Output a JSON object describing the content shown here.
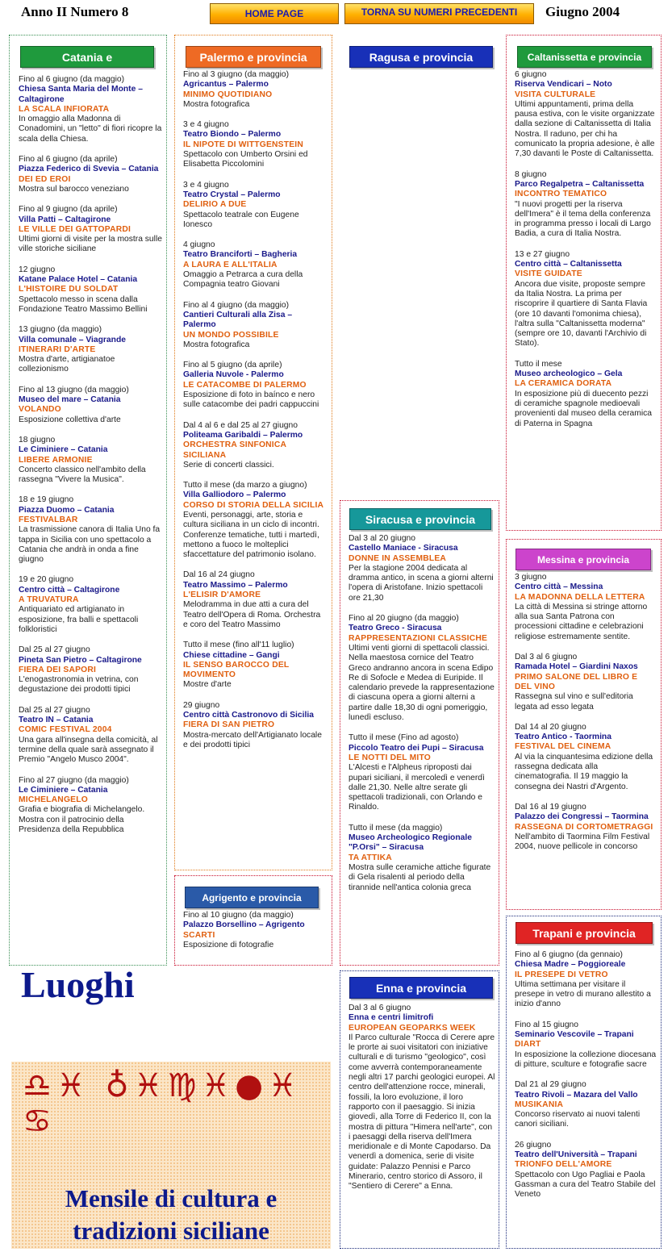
{
  "header": {
    "issue": "Anno II Numero 8",
    "home_label": "HOME PAGE",
    "back_label": "TORNA SU NUMERI PRECEDENTI",
    "date": "Giugno 2004"
  },
  "catania": {
    "title": "Catania e",
    "events": [
      {
        "d": "Fino al 6 giugno (da maggio)",
        "p": "Chiesa Santa Maria del Monte – Caltagirone",
        "t": "La scala infiorata",
        "s": "In omaggio alla Madonna di Conadomini, un \"letto\" di fiori ricopre la scala della Chiesa."
      },
      {
        "d": "Fino al 6 giugno (da aprile)",
        "p": "Piazza Federico di Svevia – Catania",
        "t": "Dei ed eroi",
        "s": "Mostra sul barocco veneziano"
      },
      {
        "d": "Fino al 9 giugno (da aprile)",
        "p": "Villa Patti – Caltagirone",
        "t": "Le ville dei gattopardi",
        "s": "Ultimi giorni di visite per la mostra sulle ville storiche siciliane"
      },
      {
        "d": "12 giugno",
        "p": "Katane Palace Hotel – Catania",
        "t": "L'histoire du soldat",
        "s": "Spettacolo messo in scena dalla Fondazione Teatro Massimo Bellini"
      },
      {
        "d": "13 giugno (da maggio)",
        "p": "Villa comunale – Viagrande",
        "t": "Itinerari d'arte",
        "s": "Mostra d'arte, artigianatoe collezionismo"
      },
      {
        "d": "Fino al 13 giugno (da maggio)",
        "p": "Museo del mare – Catania",
        "t": "Volando",
        "s": "Esposizione collettiva d'arte"
      },
      {
        "d": "18 giugno",
        "p": "Le Ciminiere – Catania",
        "t": "Libere armonie",
        "s": "Concerto classico nell'ambito della rassegna \"Vivere la Musica\"."
      },
      {
        "d": "18 e 19 giugno",
        "p": "Piazza Duomo – Catania",
        "t": "Festivalbar",
        "s": "La trasmissione canora di Italia Uno fa tappa in Sicilia con uno spettacolo a Catania che andrà in onda a fine giugno"
      },
      {
        "d": "19 e 20 giugno",
        "p": "Centro città – Caltagirone",
        "t": "A truvatura",
        "s": "Antiquariato ed artigianato in esposizione, fra balli e spettacoli folkloristici"
      },
      {
        "d": "Dal 25 al 27 giugno",
        "p": "Pineta San Pietro – Caltagirone",
        "t": "Fiera dei sapori",
        "s": "L'enogastronomia in vetrina, con degustazione dei prodotti tipici"
      },
      {
        "d": "Dal 25 al 27 giugno",
        "p": "Teatro IN – Catania",
        "t": "Comic Festival 2004",
        "s": "Una gara all'insegna della comicità, al termine della quale sarà assegnato il Premio \"Angelo Musco 2004\"."
      },
      {
        "d": "Fino al 27 giugno  (da maggio)",
        "p": "Le Ciminiere – Catania",
        "t": "Michelangelo",
        "s": "Grafia e biografia di Michelangelo. Mostra con il patrocinio della Presidenza della Repubblica"
      }
    ]
  },
  "palermo": {
    "title": "Palermo e provincia",
    "events": [
      {
        "d": "Fino al 3 giugno (da maggio)",
        "p": "Agricantus – Palermo",
        "t": "Minimo quotidiano",
        "s": "Mostra fotografica"
      },
      {
        "d": "3 e 4 giugno",
        "p": "Teatro Biondo – Palermo",
        "t": "Il nipote di Wittgenstein",
        "s": "Spettacolo con Umberto Orsini ed Elisabetta Piccolomini"
      },
      {
        "d": "3 e 4 giugno",
        "p": "Teatro Crystal – Palermo",
        "t": "Delirio a due",
        "s": "Spettacolo teatrale con Eugene Ionesco"
      },
      {
        "d": "4 giugno",
        "p": "Teatro Branciforti – Bagheria",
        "t": "A Laura e all'Italia",
        "s": "Omaggio a Petrarca a cura della Compagnia teatro Giovani"
      },
      {
        "d": "Fino al 4 giugno (da maggio)",
        "p": "Cantieri Culturali alla Zisa – Palermo",
        "t": "Un mondo possibile",
        "s": "Mostra fotografica"
      },
      {
        "d": "Fino al 5 giugno (da aprile)",
        "p": "Galleria Nuvole - Palermo",
        "t": "Le catacombe di Palermo",
        "s": "Esposizione di foto in baínco e nero sulle catacombe dei padri cappuccini"
      },
      {
        "d": "Dal 4 al 6 e dal 25 al 27 giugno",
        "p": "Politeama Garibaldi – Palermo",
        "t": "Orchestra Sinfonica Siciliana",
        "s": "Serie di concerti classici."
      },
      {
        "d": "Tutto il mese (da marzo a giugno)",
        "p": "Villa Galliodoro – Palermo",
        "t": "Corso di storia della Sicilia",
        "s": "Eventi, personaggi, arte, storia e cultura siciliana in un ciclo di incontri. Conferenze tematiche, tutti i martedì, mettono a fuoco le molteplici sfaccettature del patrimonio isolano."
      },
      {
        "d": "Dal 16 al 24 giugno",
        "p": "Teatro Massimo – Palermo",
        "t": "L'elisir d'amore",
        "s": "Melodramma in due atti a cura del Teatro dell'Opera di Roma. Orchestra e coro del Teatro Massimo"
      },
      {
        "d": "Tutto il mese (fino all'11 luglio)",
        "p": "Chiese cittadine – Gangi",
        "t": "Il senso barocco del movimento",
        "s": "Mostre d'arte"
      },
      {
        "d": "29 giugno",
        "p": "Centro città Castronovo di Sicilia",
        "t": "Fiera di San Pietro",
        "s": "Mostra-mercato dell'Artigianato locale e dei prodotti tipici"
      }
    ]
  },
  "agrigento": {
    "title": "Agrigento e provincia",
    "events": [
      {
        "d": "Fino al 10 giugno (da maggio)",
        "p": "Palazzo Borsellino – Agrigento",
        "t": "Scarti",
        "s": "Esposizione di fotografie"
      }
    ]
  },
  "ragusa": {
    "title": "Ragusa e provincia"
  },
  "siracusa": {
    "title": "Siracusa e provincia",
    "events": [
      {
        "d": "Dal 3 al 20 giugno",
        "p": "Castello Maniace - Siracusa",
        "t": "Donne in assemblea",
        "s": "Per la stagione 2004 dedicata al dramma antico, in scena a giorni alterni l'opera di Aristofane. Inizio spettacoli ore 21,30"
      },
      {
        "d": "Fino al 20 giugno (da maggio)",
        "p": "Teatro Greco - Siracusa",
        "t": "Rappresentazioni classiche",
        "s": "Ultimi venti giorni di spettacoli classici. Nella maestosa cornice del Teatro Greco andranno ancora in scena Edipo Re di Sofocle e Medea di Euripide. Il calendario prevede la rappresentazione di ciascuna opera a giorni alterni a partire dalle 18,30 di ogni pomeriggio, lunedì escluso."
      },
      {
        "d": "Tutto il mese (Fino ad agosto)",
        "p": "Piccolo Teatro dei Pupi – Siracusa",
        "t": "Le notti del mito",
        "s": "L'Alcesti e l'Alpheus riproposti dai pupari siciliani, il mercoledì e venerdì dalle 21,30. Nelle altre serate gli spettacoli tradizionali, con Orlando e Rinaldo."
      },
      {
        "d": "Tutto il mese (da maggio)",
        "p": "Museo Archeologico Regionale \"P.Orsi\" – Siracusa",
        "t": "Ta attika",
        "s": "Mostra sulle ceramiche attiche figurate di Gela risalenti al periodo della tirannide nell'antica colonia greca"
      }
    ]
  },
  "enna": {
    "title": "Enna e provincia",
    "events": [
      {
        "d": "Dal 3 al 6 giugno",
        "p": "Enna e centri limitrofi",
        "t": "European Geoparks Week",
        "s": "Il Parco culturale \"Rocca di Cerere apre le prorte ai suoi visitatori con iniziative culturali e di turismo \"geologico\", così come avverrà contemporaneamente negli altri 17 parchi geologici europei. Al centro dell'attenzione rocce, minerali, fossili, la loro evoluzione, il loro rapporto con il paesaggio. Si inizia giovedì, alla Torre di Federico II, con la mostra di pittura \"Himera nell'arte\", con i paesaggi della riserva dell'Imera meridionale e di Monte Capodarso. Da venerdì a domenica, serie di visite guidate: Palazzo Pennisi e Parco Minerario, centro storico di Assoro, il \"Sentiero di Cerere\" a Enna."
      }
    ]
  },
  "caltanissetta": {
    "title": "Caltanissetta e provincia",
    "events": [
      {
        "d": "6 giugno",
        "p": "Riserva Vendicari – Noto",
        "t": "Visita culturale",
        "s": "Ultimi appuntamenti, prima della pausa estiva, con le visite organizzate dalla sezione di Caltanissetta di Italia Nostra. Il raduno, per chi ha comunicato la propria adesione, è alle 7,30 davanti le Poste di Caltanissetta."
      },
      {
        "d": "8 giugno",
        "p": "Parco Regalpetra – Caltanissetta",
        "t": "Incontro tematico",
        "s": "\"I nuovi progetti per la riserva dell'Imera\" è il tema della conferenza in programma presso i locali di Largo Badia, a cura di Italia Nostra."
      },
      {
        "d": "13 e 27 giugno",
        "p": "Centro città – Caltanissetta",
        "t": "Visite guidate",
        "s": "Ancora due visite, proposte sempre da Italia Nostra. La prima per riscoprire il quartiere di Santa Flavia (ore 10 davanti l'omonima chiesa), l'altra sulla \"Caltanissetta moderna\" (sempre ore 10, davanti l'Archivio di Stato)."
      },
      {
        "d": "Tutto il mese",
        "p": "Museo archeologico – Gela",
        "t": "La ceramica dorata",
        "s": "In esposizione più di duecento pezzi di ceramiche spagnole medioevali provenienti dal museo della ceramica di Paterna in Spagna"
      }
    ]
  },
  "messina": {
    "title": "Messina e provincia",
    "events": [
      {
        "d": "3 giugno",
        "p": "Centro città – Messina",
        "t": "La Madonna della lettera",
        "s": "La città di Messina si stringe attorno alla sua Santa Patrona con processioni cittadine e celebrazioni religiose estremamente sentite."
      },
      {
        "d": "Dal 3 al 6 giugno",
        "p": "Ramada Hotel – Giardini Naxos",
        "t": "Primo salone del libro e del vino",
        "s": "Rassegna sul vino e sull'editoria legata ad esso legata"
      },
      {
        "d": "Dal 14 al 20 giugno",
        "p": "Teatro Antico - Taormina",
        "t": "Festival del cinema",
        "s": "Al via la cinquantesima edizione della rassegna dedicata alla cinematografia. Il 19 maggio la consegna dei Nastri d'Argento."
      },
      {
        "d": "Dal 16 al 19 giugno",
        "p": "Palazzo dei Congressi – Taormina",
        "t": "Rassegna di cortometraggi",
        "s": "Nell'ambito di Taormina Film Festival 2004, nuove pellicole in concorso"
      }
    ]
  },
  "trapani": {
    "title": "Trapani e provincia",
    "events": [
      {
        "d": "Fino al 6 giugno (da gennaio)",
        "p": "Chiesa Madre – Poggioreale",
        "t": "Il presepe di vetro",
        "s": "Ultima settimana per visitare il presepe in vetro di murano allestito a inizio d'anno"
      },
      {
        "d": "Fino al 15 giugno",
        "p": "Seminario Vescovile – Trapani",
        "t": "Diart",
        "s": "In esposizione la collezione diocesana di pitture, sculture e fotografie sacre"
      },
      {
        "d": "Dal 21 al 29 giugno",
        "p": "Teatro Rivoli – Mazara del Vallo",
        "t": "Musikania",
        "s": "Concorso riservato ai nuovi talenti canori siciliani."
      },
      {
        "d": "26 giugno",
        "p": "Teatro dell'Università – Trapani",
        "t": "Trionfo dell'amore",
        "s": "Spettacolo con Ugo Pagliai e Paola Gassman a cura del Teatro Stabile del Veneto"
      }
    ]
  },
  "logo": {
    "title": "Luoghi",
    "symbols": "♎♓ ♁♓♍♓●♓ ♋",
    "subtitle": "Mensile di cultura e tradizioni siciliane"
  }
}
